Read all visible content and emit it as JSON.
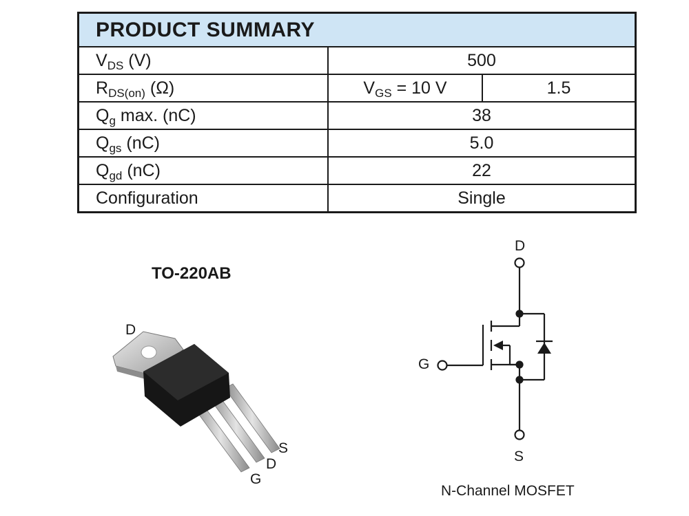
{
  "summary": {
    "title": "PRODUCT SUMMARY",
    "rows": [
      {
        "label": "V",
        "sub": "DS",
        "suffix": " (V)",
        "value": "500"
      },
      {
        "label": "R",
        "sub": "DS(on)",
        "suffix": " (Ω)",
        "condition_main": "V",
        "condition_sub": "GS",
        "condition_suffix": " = 10 V",
        "value": "1.5"
      },
      {
        "label": "Q",
        "sub": "g",
        "suffix": " max. (nC)",
        "value": "38"
      },
      {
        "label": "Q",
        "sub": "gs",
        "suffix": " (nC)",
        "value": "5.0"
      },
      {
        "label": "Q",
        "sub": "gd",
        "suffix": " (nC)",
        "value": "22"
      },
      {
        "label": "Configuration",
        "sub": "",
        "suffix": "",
        "value": "Single"
      }
    ]
  },
  "package": {
    "name": "TO-220AB",
    "pin_d_tab": "D",
    "pin_s": "S",
    "pin_d": "D",
    "pin_g": "G"
  },
  "schematic": {
    "drain": "D",
    "gate": "G",
    "source": "S",
    "caption": "N-Channel MOSFET"
  }
}
